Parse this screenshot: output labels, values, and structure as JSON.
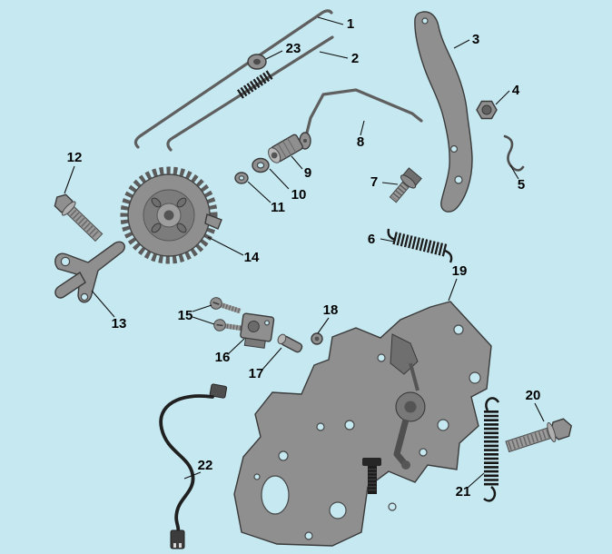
{
  "diagram": {
    "colors": {
      "background": "#c6e9f1",
      "part_fill": "#8f8f8f",
      "part_outline": "#3a3a3a",
      "spring": "#1a1a1a",
      "leader": "#111111",
      "label_text": "#000000"
    },
    "labels": [
      {
        "num": "1"
      },
      {
        "num": "2"
      },
      {
        "num": "3"
      },
      {
        "num": "4"
      },
      {
        "num": "5"
      },
      {
        "num": "6"
      },
      {
        "num": "7"
      },
      {
        "num": "8"
      },
      {
        "num": "9"
      },
      {
        "num": "10"
      },
      {
        "num": "11"
      },
      {
        "num": "12"
      },
      {
        "num": "13"
      },
      {
        "num": "14"
      },
      {
        "num": "15"
      },
      {
        "num": "16"
      },
      {
        "num": "17"
      },
      {
        "num": "18"
      },
      {
        "num": "19"
      },
      {
        "num": "20"
      },
      {
        "num": "21"
      },
      {
        "num": "22"
      },
      {
        "num": "23"
      }
    ]
  }
}
